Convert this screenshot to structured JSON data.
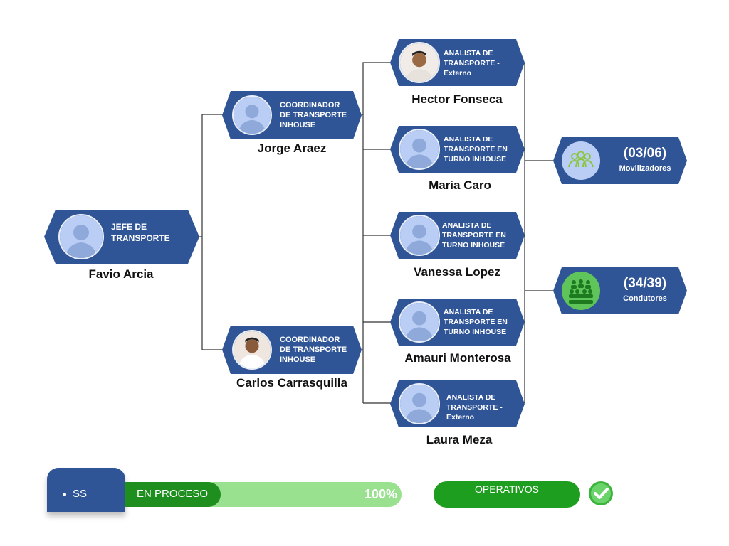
{
  "chief": {
    "role": "JEFE DE TRANSPORTE",
    "name": "Favio Arcia"
  },
  "coordinators": [
    {
      "role": "COORDINADOR DE TRANSPORTE INHOUSE",
      "name": "Jorge Araez"
    },
    {
      "role": "COORDINADOR DE TRANSPORTE INHOUSE",
      "name": "Carlos Carrasquilla"
    }
  ],
  "analysts": [
    {
      "role": "ANALISTA DE TRANSPORTE - Externo",
      "name": "Hector Fonseca"
    },
    {
      "role": "ANALISTA DE TRANSPORTE EN TURNO INHOUSE",
      "name": "Maria Caro"
    },
    {
      "role": "ANALISTA DE TRANSPORTE EN TURNO INHOUSE",
      "name": "Vanessa Lopez"
    },
    {
      "role": "ANALISTA DE TRANSPORTE EN TURNO INHOUSE",
      "name": "Amauri Monterosa"
    },
    {
      "role": "ANALISTA DE TRANSPORTE - Externo",
      "name": "Laura Meza"
    }
  ],
  "stats": [
    {
      "count": "(03/06)",
      "label": "Movilizadores",
      "icon": "group-icon"
    },
    {
      "count": "(34/39)",
      "label": "Condutores",
      "icon": "crowd-icon"
    }
  ],
  "footer": {
    "tab_label": "SS",
    "status_label": "EN PROCESO",
    "progress_text": "100%",
    "progress_value": 1.0,
    "operational_label": "OPERATIVOS",
    "check_icon": "check-circle-icon"
  },
  "colors": {
    "card": "#2f5597",
    "accent_green": "#1e8f1e",
    "light_green": "#99e08f"
  }
}
